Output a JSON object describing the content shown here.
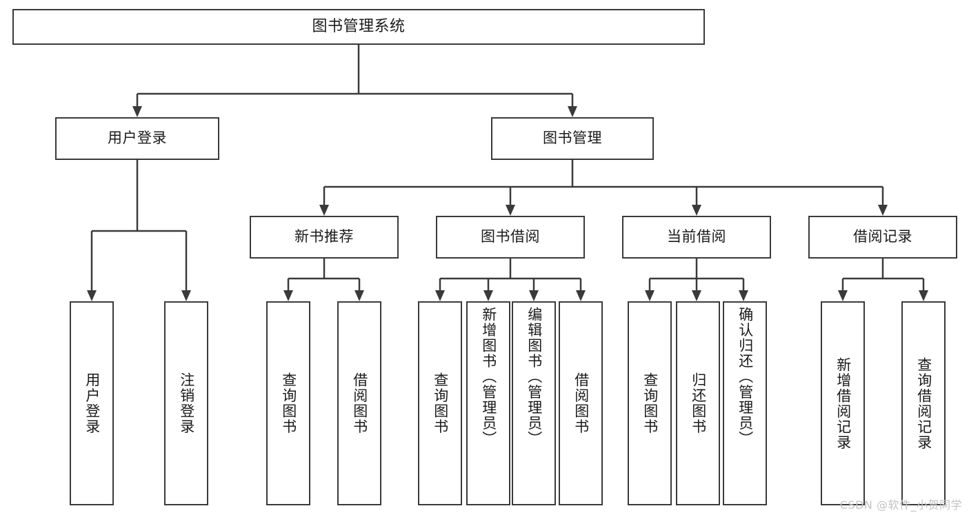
{
  "diagram": {
    "type": "tree-hierarchy",
    "title": "图书管理系统",
    "root": {
      "id": "root",
      "label": "图书管理系统"
    },
    "level2": [
      {
        "id": "user-login",
        "label": "用户登录"
      },
      {
        "id": "book-manage",
        "label": "图书管理"
      }
    ],
    "level3": [
      {
        "id": "new-book-recommend",
        "label": "新书推荐",
        "parent": "book-manage"
      },
      {
        "id": "book-borrow",
        "label": "图书借阅",
        "parent": "book-manage"
      },
      {
        "id": "current-borrow",
        "label": "当前借阅",
        "parent": "book-manage"
      },
      {
        "id": "borrow-record",
        "label": "借阅记录",
        "parent": "book-manage"
      }
    ],
    "leaves": {
      "user_login": [
        {
          "id": "leaf-user-login",
          "label": "用户登录"
        },
        {
          "id": "leaf-user-logout",
          "label": "注销登录"
        }
      ],
      "new_book_recommend": [
        {
          "id": "leaf-query-book-1",
          "label": "查询图书"
        },
        {
          "id": "leaf-borrow-book-1",
          "label": "借阅图书"
        }
      ],
      "book_borrow": [
        {
          "id": "leaf-query-book-2",
          "label": "查询图书"
        },
        {
          "id": "leaf-add-book",
          "label": "新增图书（管理员）"
        },
        {
          "id": "leaf-edit-book",
          "label": "编辑图书（管理员）"
        },
        {
          "id": "leaf-borrow-book-2",
          "label": "借阅图书"
        }
      ],
      "current_borrow": [
        {
          "id": "leaf-query-book-3",
          "label": "查询图书"
        },
        {
          "id": "leaf-return-book",
          "label": "归还图书"
        },
        {
          "id": "leaf-confirm-return",
          "label": "确认归还（管理员）"
        }
      ],
      "borrow_record": [
        {
          "id": "leaf-add-record",
          "label": "新增借阅记录"
        },
        {
          "id": "leaf-query-record",
          "label": "查询借阅记录"
        }
      ]
    }
  },
  "watermark": {
    "text": "CSDN @软件_小贺同学"
  },
  "colors": {
    "stroke": "#3a3a3a",
    "fill": "#ffffff",
    "text": "#1a1a1a",
    "watermark": "#c3c3c3"
  }
}
